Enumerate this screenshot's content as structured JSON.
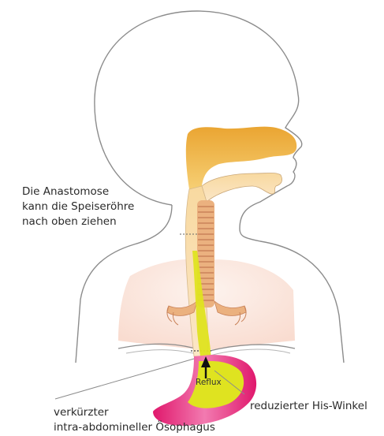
{
  "labels": {
    "anastomose": [
      "Die Anastomose",
      "kann die Speiseröhre",
      "nach oben ziehen"
    ],
    "his_winkel": "reduzierter His-Winkel",
    "oesophagus": [
      "verkürzter",
      "intra-abdomineller Ösophagus"
    ],
    "reflux": "Reflux"
  },
  "colors": {
    "outline": "#8f8f8f",
    "head_cavity": "#f0b441",
    "esophagus": "#f7d9a8",
    "trachea": "#e7a672",
    "lung": "#fbe9e2",
    "reflux": "#dfe320",
    "stomach": "#e01a6f"
  }
}
